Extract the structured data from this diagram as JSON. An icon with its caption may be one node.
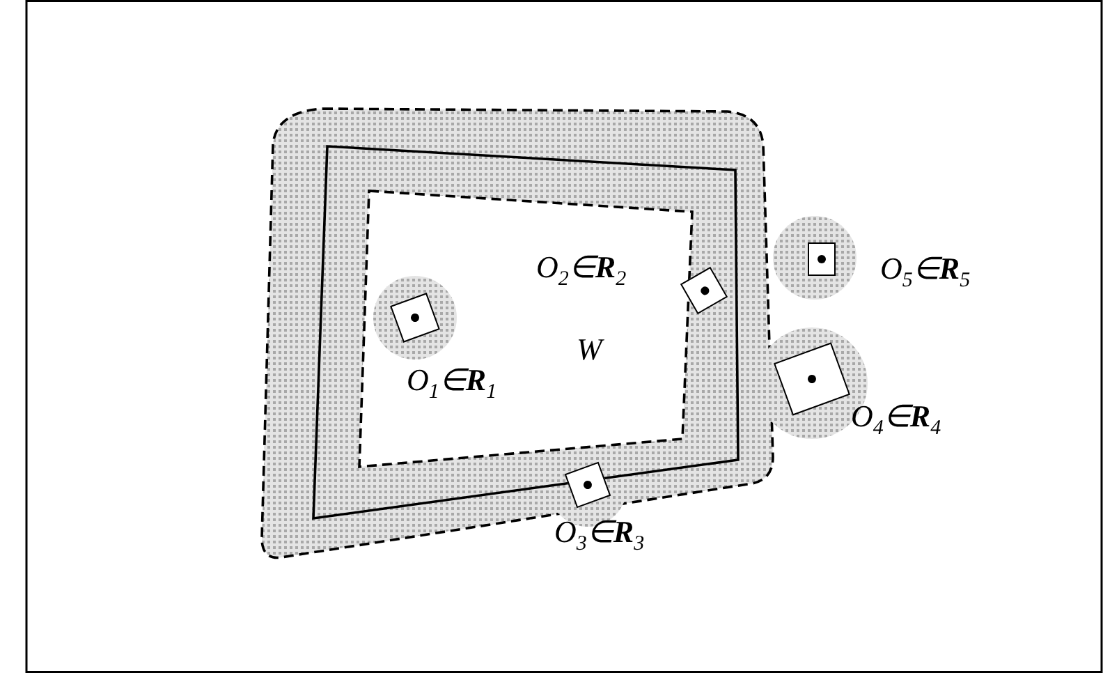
{
  "diagram": {
    "nodes": [
      {
        "text": [],
        "shape": "box",
        "beside": [
          "O$_{1}$∈**R**$_{1}$"
        ]
      },
      {
        "text": [],
        "shape": "box",
        "beside": [
          "O$_{2}$∈**R**$_{2}$"
        ]
      },
      {
        "text": [],
        "shape": "box",
        "beside": [
          "O$_{5}$∈**R**$_{5}$"
        ]
      },
      {
        "text": [],
        "shape": "box",
        "beside": [
          "O$_{4}$∈**R**$_{4}$"
        ]
      },
      {
        "text": [],
        "shape": "box",
        "beside": [
          "O$_{3}$∈**R**$_{3}$"
        ]
      }
    ],
    "labels": [
      "W"
    ]
  }
}
